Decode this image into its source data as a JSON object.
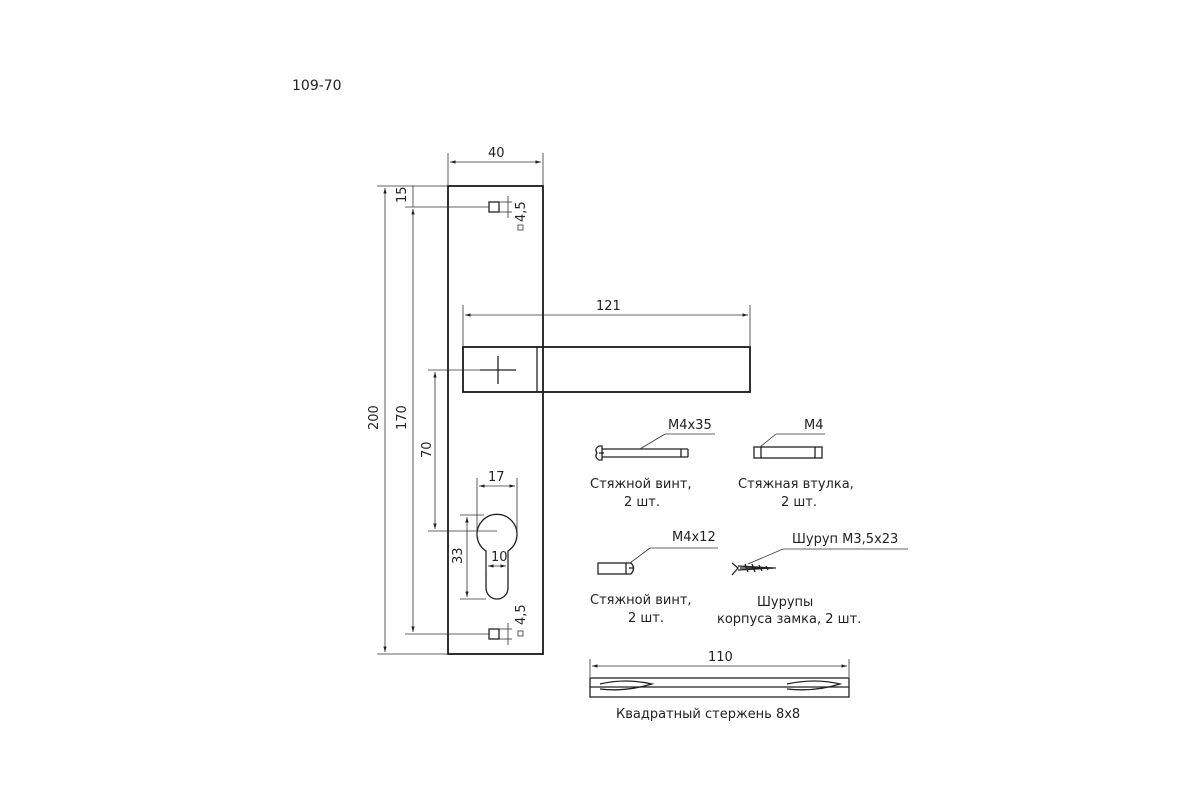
{
  "model_code": "109-70",
  "dimensions": {
    "plate_width": "40",
    "handle_length": "121",
    "total_height": "200",
    "hole_spacing": "170",
    "top_offset": "15",
    "hole_size_top": "4,5",
    "hole_size_bottom": "4,5",
    "handle_to_cylinder": "70",
    "cylinder_width": "17",
    "cylinder_height": "33",
    "cylinder_slot_width": "10",
    "spindle_length": "110"
  },
  "hardware": {
    "screw_long": {
      "spec": "M4x35",
      "caption_line1": "Стяжной винт,",
      "caption_line2": "2 шт."
    },
    "bushing": {
      "spec": "M4",
      "caption_line1": "Стяжная втулка,",
      "caption_line2": "2 шт."
    },
    "screw_short": {
      "spec": "M4x12",
      "caption_line1": "Стяжной винт,",
      "caption_line2": "2 шт."
    },
    "wood_screw": {
      "spec": "Шуруп М3,5х23",
      "caption_line1": "Шурупы",
      "caption_line2": "корпуса замка, 2 шт."
    },
    "spindle": {
      "caption": "Квадратный стержень 8х8"
    }
  }
}
